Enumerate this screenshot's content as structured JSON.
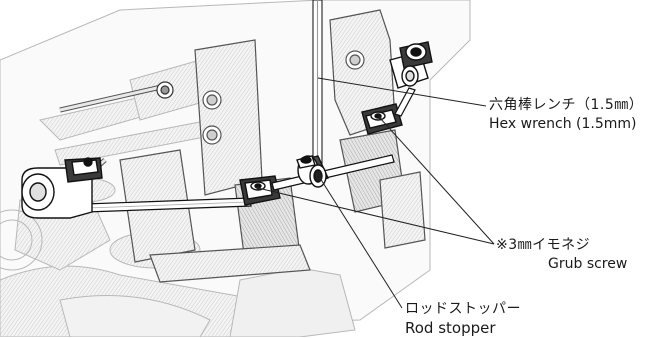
{
  "callouts": {
    "hex_wrench": {
      "ja": "六角棒レンチ（1.5㎜）",
      "en": "Hex wrench (1.5mm)"
    },
    "grub_screw": {
      "ja": "※3㎜イモネジ",
      "en": "Grub screw"
    },
    "rod_stopper": {
      "ja": "ロッドストッパー",
      "en": "Rod stopper"
    }
  }
}
